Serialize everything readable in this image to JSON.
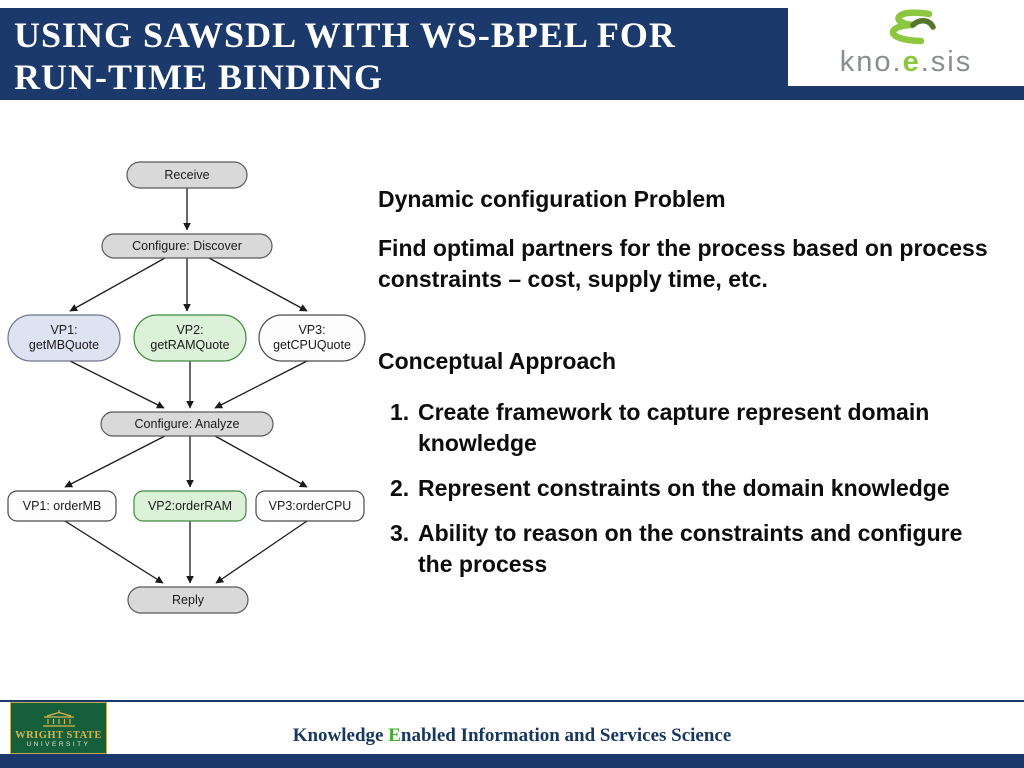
{
  "colors": {
    "navy": "#1b3a6b",
    "accent_green": "#3fae2a",
    "logo_green": "#8dc63f",
    "logo_gray": "#8a8d8f",
    "university_green": "#15603a",
    "university_gold": "#d8b54c",
    "node_gray": "#d9d9d9",
    "node_green_fill": "#dcf2d8",
    "node_green_border": "#3d8a3d",
    "node_blue_fill": "#dde3f1"
  },
  "icons": {
    "knoesis_swoosh": "knoesis-logo-icon",
    "university_emblem": "university-building-icon"
  },
  "header": {
    "title_line1": "USING SAWSDL WITH WS-BPEL FOR",
    "title_line2": "RUN-TIME BINDING",
    "logo": {
      "prefix": "kno.",
      "accent": "e",
      "suffix": ".sis"
    }
  },
  "flowchart": {
    "nodes": {
      "receive": "Receive",
      "discover": "Configure: Discover",
      "vp1_quote_line1": "VP1:",
      "vp1_quote_line2": "getMBQuote",
      "vp2_quote_line1": "VP2:",
      "vp2_quote_line2": "getRAMQuote",
      "vp3_quote_line1": "VP3:",
      "vp3_quote_line2": "getCPUQuote",
      "analyze": "Configure: Analyze",
      "vp1_order": "VP1: orderMB",
      "vp2_order": "VP2:orderRAM",
      "vp3_order": "VP3:orderCPU",
      "reply": "Reply"
    }
  },
  "content": {
    "heading1": "Dynamic configuration Problem",
    "para1": "Find optimal partners for the process based on process constraints – cost,  supply time, etc.",
    "heading2": "Conceptual Approach",
    "items": [
      {
        "num": "1.",
        "text": "Create framework to capture represent domain knowledge"
      },
      {
        "num": "2.",
        "text": "Represent constraints on the domain knowledge"
      },
      {
        "num": "3.",
        "text": "Ability to reason on the constraints and configure the process"
      }
    ]
  },
  "footer": {
    "text_pre": "Knowledge ",
    "text_accent": "E",
    "text_post": "nabled Information and Services Science",
    "university_line1": "WRIGHT STATE",
    "university_line2": "UNIVERSITY"
  }
}
